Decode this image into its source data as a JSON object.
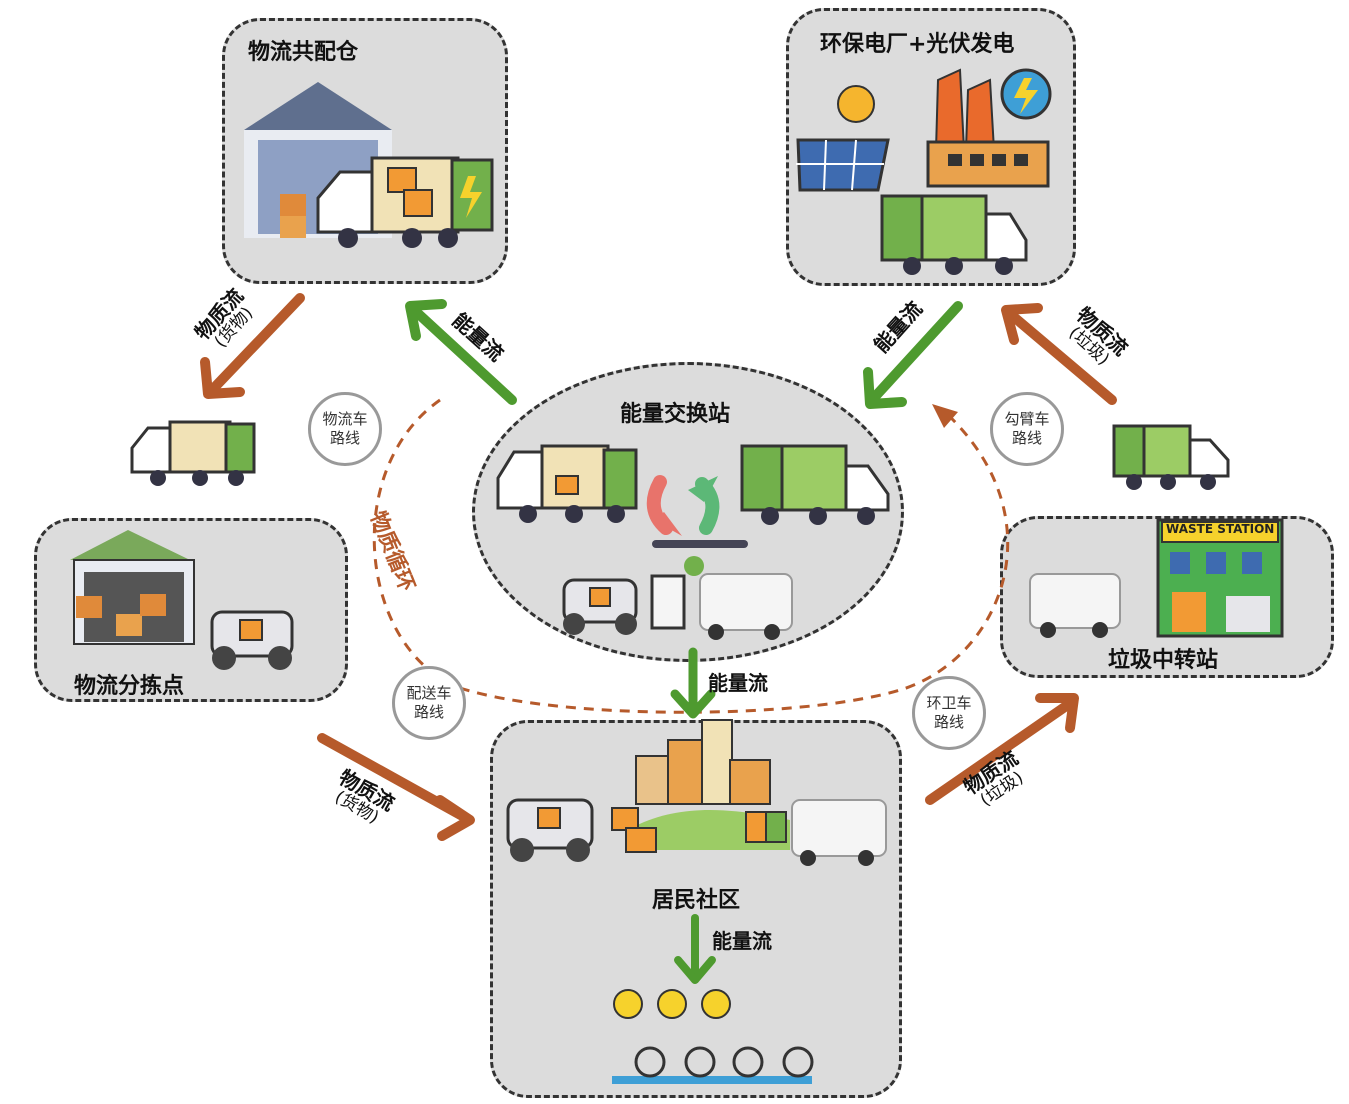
{
  "nodes": {
    "warehouse": "物流共配仓",
    "power_plant": "环保电厂+光伏发电",
    "energy_station": "能量交换站",
    "sorting_point": "物流分拣点",
    "transfer_station": "垃圾中转站",
    "community": "居民社区",
    "waste_station_sign": "WASTE STATION"
  },
  "flows": {
    "material_flow": "物质流",
    "energy_flow": "能量流",
    "goods": "(货物)",
    "garbage": "(垃圾)"
  },
  "cycle_label": "物质循环",
  "routes": {
    "logistics": [
      "物流车",
      "路线"
    ],
    "hook_arm": [
      "勾臂车",
      "路线"
    ],
    "delivery": [
      "配送车",
      "路线"
    ],
    "sanitation": [
      "环卫车",
      "路线"
    ]
  },
  "colors": {
    "material_arrow": "#b65a2b",
    "energy_arrow": "#4e9a2f",
    "cycle_dash": "#b65a2b",
    "box_fill": "#dcdcdc"
  }
}
